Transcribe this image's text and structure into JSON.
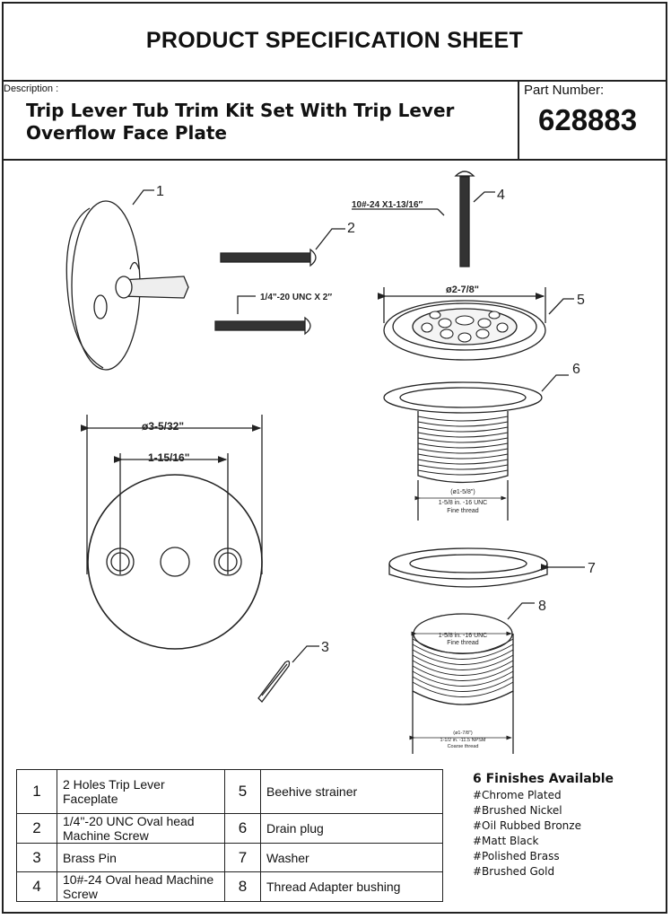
{
  "header": {
    "title": "PRODUCT SPECIFICATION SHEET"
  },
  "description": {
    "label": "Description :",
    "text_line1": "Trip Lever Tub Trim Kit Set With Trip Lever",
    "text_line2": "Overflow Face Plate"
  },
  "part_number": {
    "label": "Part  Number:",
    "value": "628883"
  },
  "diagram": {
    "callouts": [
      "1",
      "2",
      "3",
      "4",
      "5",
      "6",
      "7",
      "8"
    ],
    "dim_faceplate_outer": "ø3-5/32\"",
    "dim_faceplate_holes": "1-15/16\"",
    "dim_screw_2": "1/4\"-20 UNC X 2″",
    "dim_screw_4": "10#-24 X1-13/16″",
    "dim_strainer": "ø2-7/8\"",
    "drain_dia": "(ø1-5/8\")",
    "drain_thread": "1-5/8 in. -16 UNC",
    "drain_thread_type": "Fine thread",
    "adapter_top_thread": "1-5/8 in. -16 UNC",
    "adapter_top_type": "Fine thread",
    "adapter_dia": "(ø1-7/8\")",
    "adapter_bottom_thread": "1-1/2 in. -11.5 NPSM",
    "adapter_bottom_type": "Coarse thread"
  },
  "parts": [
    {
      "num": "1",
      "name": "2 Holes Trip Lever Faceplate",
      "num2": "5",
      "name2": "Beehive strainer"
    },
    {
      "num": "2",
      "name": "1/4\"-20 UNC Oval  head Machine Screw",
      "num2": "6",
      "name2": "Drain plug"
    },
    {
      "num": "3",
      "name": "Brass Pin",
      "num2": "7",
      "name2": "Washer"
    },
    {
      "num": "4",
      "name": "10#-24 Oval head Machine Screw",
      "num2": "8",
      "name2": "Thread Adapter bushing"
    }
  ],
  "finishes": {
    "heading": "6 Finishes Available",
    "items": [
      "#Chrome Plated",
      "#Brushed Nickel",
      "#Oil Rubbed Bronze",
      "#Matt Black",
      "#Polished Brass",
      "#Brushed Gold"
    ]
  }
}
